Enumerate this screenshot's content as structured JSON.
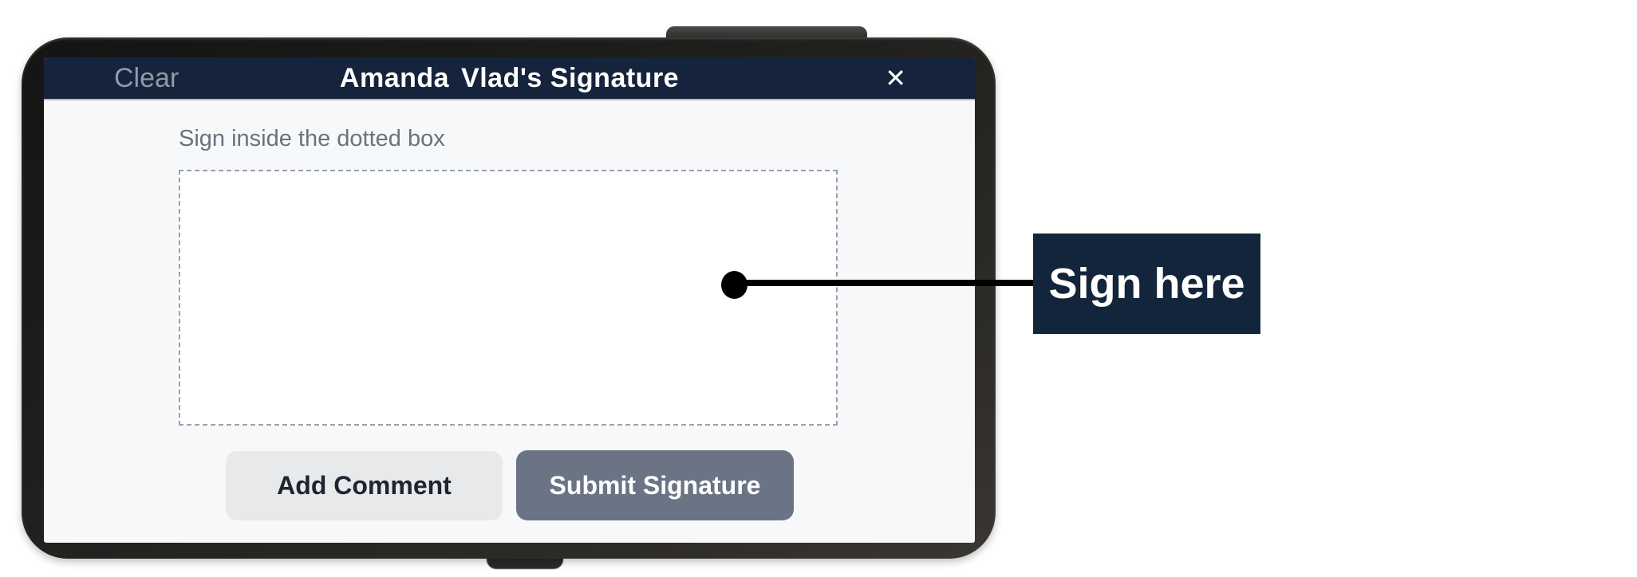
{
  "page": {
    "background": "#ffffff"
  },
  "phone": {
    "frame_color": "#20201e",
    "screen_background": "#f7f8fa"
  },
  "header": {
    "background": "#15243c",
    "clear_label": "Clear",
    "clear_color": "#9099a7",
    "title_first": "Amanda",
    "title_rest": "Vlad's Signature",
    "title_color": "#ffffff",
    "close_icon": "✕"
  },
  "signature_pad": {
    "hint": "Sign inside the dotted box",
    "hint_color": "#69737f",
    "border_color": "#99a0aa",
    "pad_background": "#ffffff"
  },
  "actions": {
    "add_comment_label": "Add Comment",
    "add_comment_background": "#e8e9eb",
    "add_comment_text_color": "#1d2531",
    "submit_label": "Submit Signature",
    "submit_background": "#6b7484",
    "submit_text_color": "#ffffff"
  },
  "annotation": {
    "label": "Sign here",
    "background": "#13253a",
    "text_color": "#ffffff",
    "line_color": "#000000"
  }
}
